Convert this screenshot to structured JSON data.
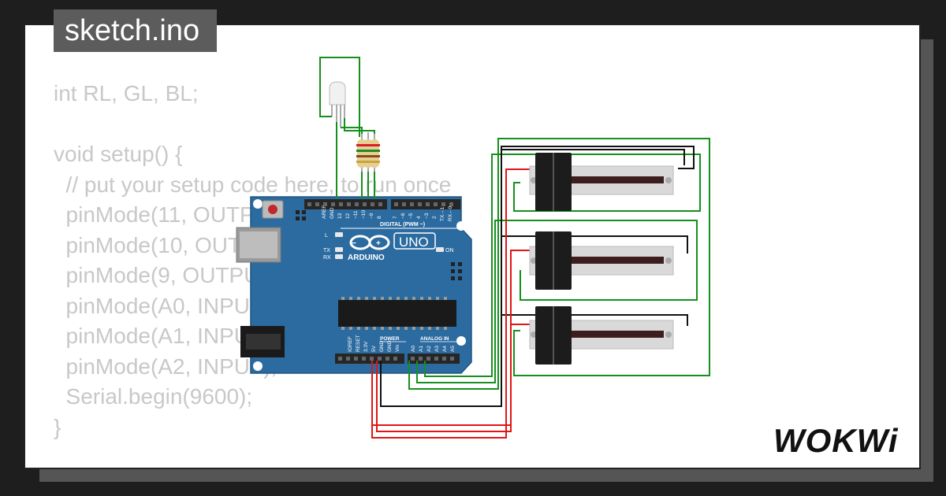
{
  "title": "sketch.ino",
  "code_lines": [
    "int RL, GL, BL;",
    "",
    "void setup() {",
    "  // put your setup code here, to run once",
    "  pinMode(11, OUTPUT);",
    "  pinMode(10, OUTPUT);",
    "  pinMode(9, OUTPUT);",
    "  pinMode(A0, INPUT);",
    "  pinMode(A1, INPUT);",
    "  pinMode(A2, INPUT);",
    "  Serial.begin(9600);",
    "}"
  ],
  "board": {
    "brand": "ARDUINO",
    "model": "UNO",
    "digital_header": "DIGITAL (PWM ~)",
    "power_header": "POWER",
    "analog_header": "ANALOG IN",
    "on_label": "ON",
    "l_label": "L",
    "tx_label": "TX",
    "rx_label": "RX",
    "digital_pins": [
      "AREF",
      "GND",
      "13",
      "12",
      "~11",
      "~10",
      "~9",
      "8",
      "7",
      "~6",
      "~5",
      "4",
      "~3",
      "2",
      "TX→1",
      "RX←0"
    ],
    "power_pins": [
      "IOREF",
      "RESET",
      "3.3V",
      "5V",
      "GND",
      "GND",
      "Vin"
    ],
    "analog_pins": [
      "A0",
      "A1",
      "A2",
      "A3",
      "A4",
      "A5"
    ]
  },
  "logo": "WOKWi",
  "colors": {
    "board": "#2c6ba0",
    "wire_green": "#15901c",
    "wire_red": "#e01515",
    "wire_black": "#111111"
  }
}
